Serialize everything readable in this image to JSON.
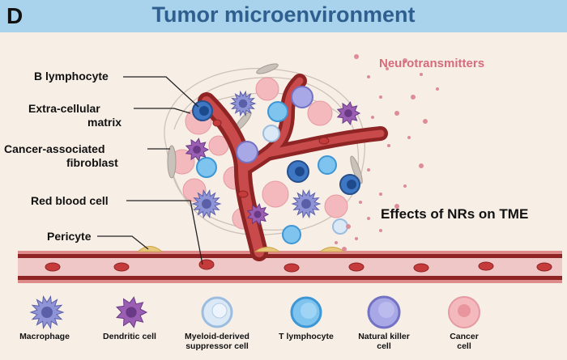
{
  "header": {
    "panel_letter": "D",
    "title": "Tumor microenvironment"
  },
  "labels": {
    "b_lymphocyte": "B lymphocyte",
    "ecm_line1": "Extra-cellular",
    "ecm_line2": "matrix",
    "caf_line1": "Cancer-associated",
    "caf_line2": "fibroblast",
    "rbc": "Red blood cell",
    "pericyte": "Pericyte"
  },
  "neurotransmitters": "Neurotransmitters",
  "effects": "Effects of NRs on TME",
  "legend": [
    {
      "line1": "Macrophage",
      "line2": ""
    },
    {
      "line1": "Dendritic cell",
      "line2": ""
    },
    {
      "line1": "Myeloid-derived",
      "line2": "suppressor cell"
    },
    {
      "line1": "T lymphocyte",
      "line2": ""
    },
    {
      "line1": "Natural killer",
      "line2": "cell"
    },
    {
      "line1": "Cancer",
      "line2": "cell"
    }
  ],
  "colors": {
    "header_bg": "#a9d3ec",
    "title": "#2f5f8f",
    "vessel": "#8e2424",
    "neurotransmitter": "#d66b7b"
  }
}
